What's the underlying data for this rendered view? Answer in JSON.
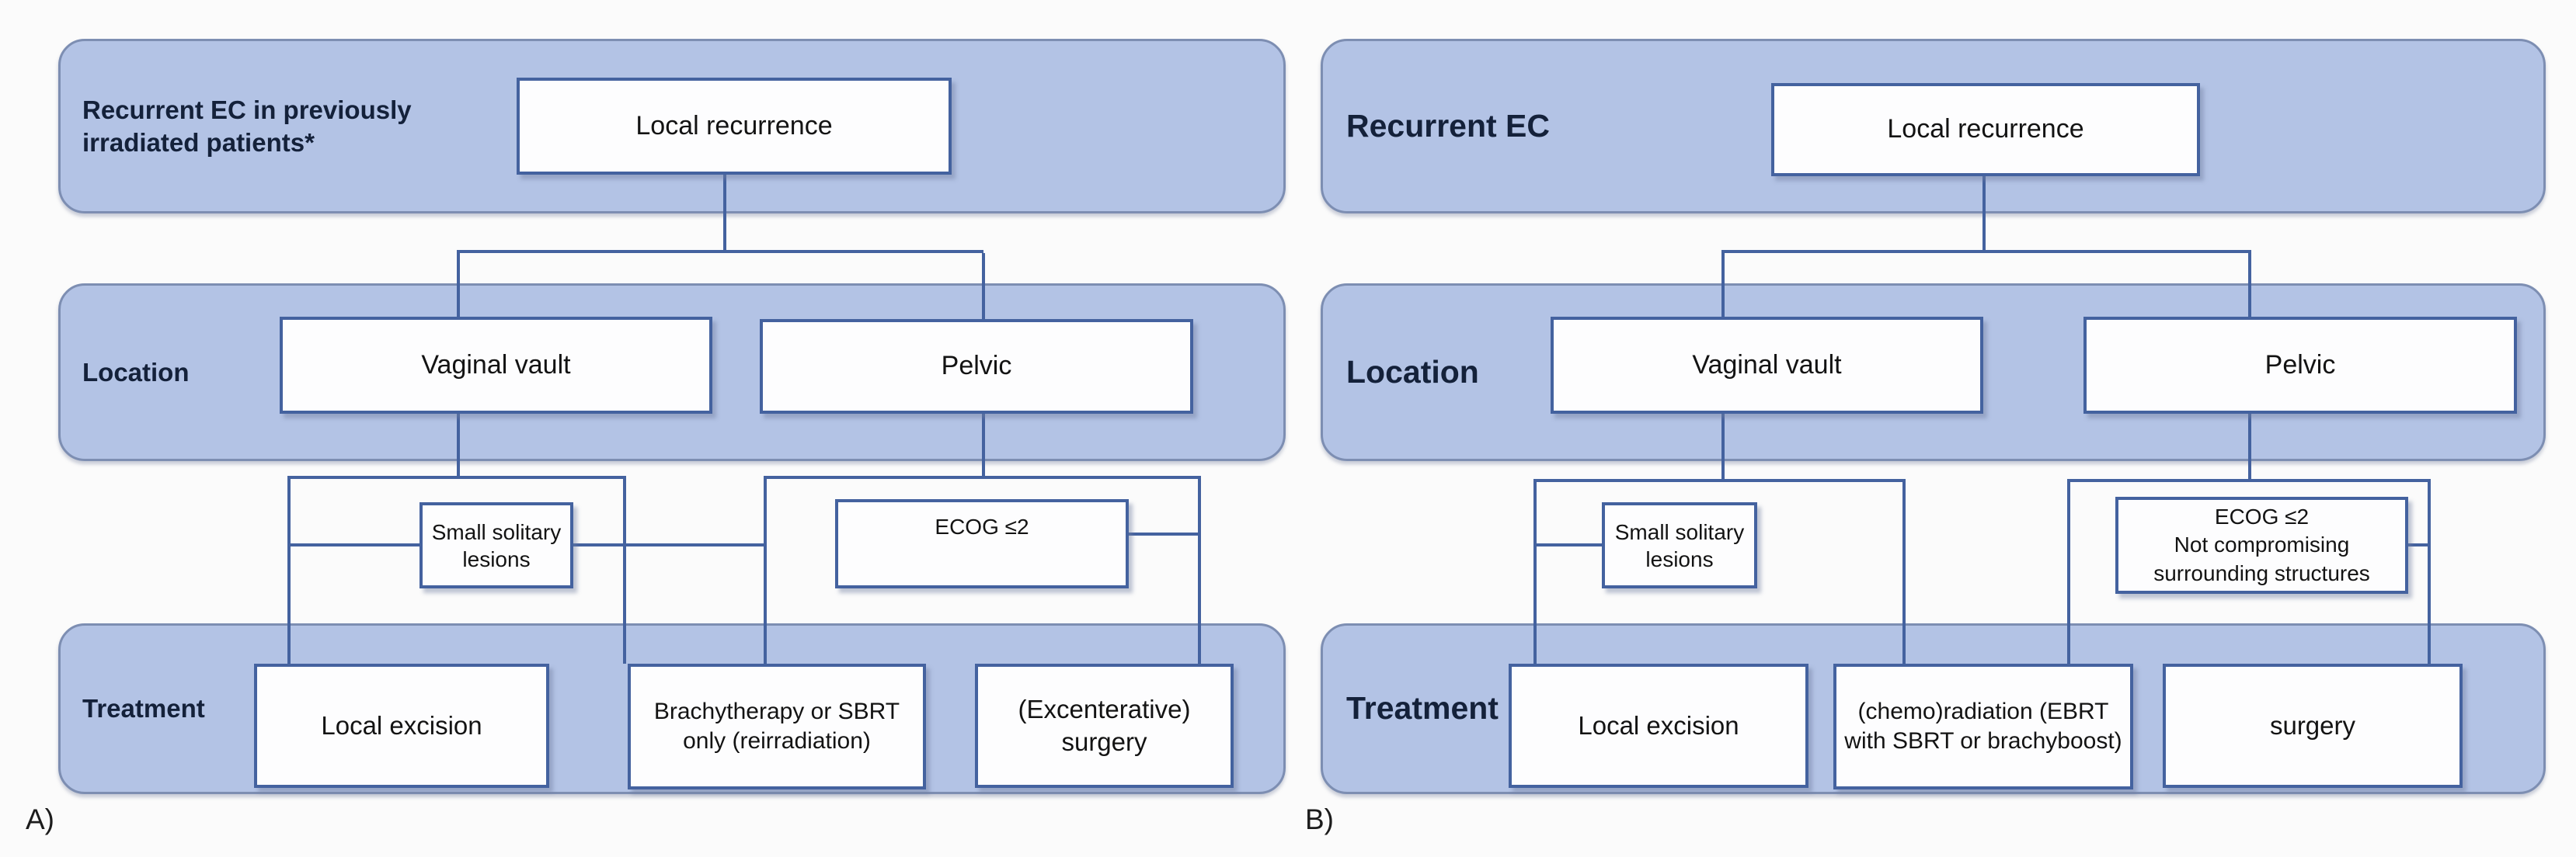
{
  "figure": {
    "description_topic": "Recurrent EC local recurrence treatment flowchart, two panels",
    "colors": {
      "band_fill": "#b3c3e5",
      "band_border": "#7d8eb2",
      "box_border": "#44629f",
      "box_fill": "#fdfdfe",
      "line": "#44629f",
      "text_dark": "#14213a",
      "page_bg": "#fbfbfb"
    }
  },
  "panels": [
    {
      "id": "A",
      "caption": "A)",
      "top_band_label": "Recurrent EC in previously irradiated patients*",
      "location_band_label": "Location",
      "treatment_band_label": "Treatment",
      "boxes": {
        "local_recurrence": "Local recurrence",
        "vaginal_vault": "Vaginal vault",
        "pelvic": "Pelvic",
        "small_lesions": "Small solitary lesions",
        "ecog": {
          "line1": "ECOG ≤2",
          "rest": ""
        },
        "treatment_left": "Local excision",
        "treatment_mid": "Brachytherapy or SBRT only (reirradiation)",
        "treatment_right": "(Excenterative) surgery"
      }
    },
    {
      "id": "B",
      "caption": "B)",
      "top_band_label": "Recurrent EC",
      "location_band_label": "Location",
      "treatment_band_label": "Treatment",
      "boxes": {
        "local_recurrence": "Local recurrence",
        "vaginal_vault": "Vaginal vault",
        "pelvic": "Pelvic",
        "small_lesions": "Small solitary lesions",
        "ecog": {
          "line1": "ECOG ≤2",
          "rest": "Not compromising surrounding structures"
        },
        "treatment_left": "Local excision",
        "treatment_mid": "(chemo)radiation (EBRT with SBRT or brachyboost)",
        "treatment_right": "surgery"
      }
    }
  ]
}
